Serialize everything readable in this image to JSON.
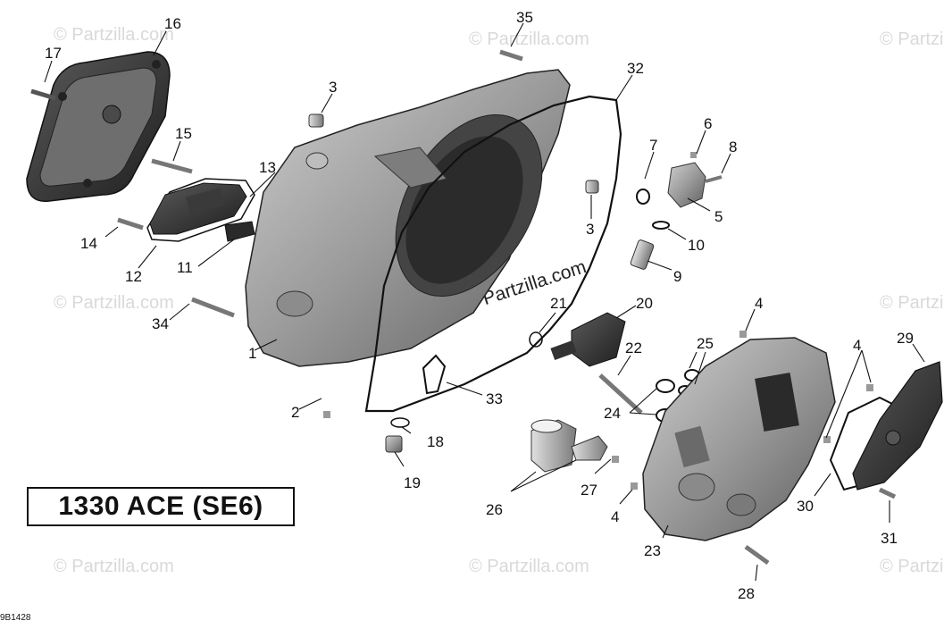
{
  "diagram": {
    "model_label": "1330 ACE (SE6)",
    "reference_code": "9B1428",
    "watermark": "© Partzilla.com",
    "center_watermark": "© Partzilla.com",
    "callouts": [
      "1",
      "2",
      "3",
      "3",
      "4",
      "4",
      "4",
      "5",
      "6",
      "7",
      "8",
      "9",
      "10",
      "11",
      "12",
      "13",
      "14",
      "15",
      "16",
      "17",
      "18",
      "19",
      "20",
      "21",
      "22",
      "23",
      "24",
      "25",
      "26",
      "27",
      "28",
      "29",
      "30",
      "31",
      "32",
      "33",
      "34",
      "35"
    ]
  }
}
